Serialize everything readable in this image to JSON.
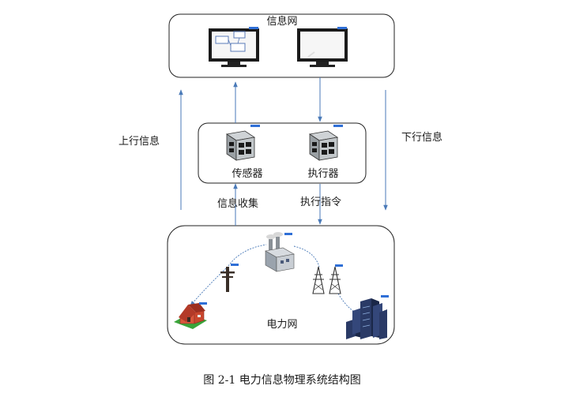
{
  "diagram": {
    "info_network_label": "信息网",
    "sensor_label": "传感器",
    "actuator_label": "执行器",
    "power_grid_label": "电力网",
    "uplink_label": "上行信息",
    "downlink_label": "下行信息",
    "collect_label": "信息收集",
    "command_label": "执行指令",
    "caption": "图 2-1  电力信息物理系统结构图"
  },
  "colors": {
    "arrow": "#4a7ab8",
    "box_stroke": "#222222",
    "monitor_frame": "#1a1a1a",
    "screen_bg": "#f4f4f4",
    "badge": "#2f6fd6",
    "house_wall": "#d9573c",
    "house_grass": "#3aa53a",
    "building": "#2a3a66"
  }
}
